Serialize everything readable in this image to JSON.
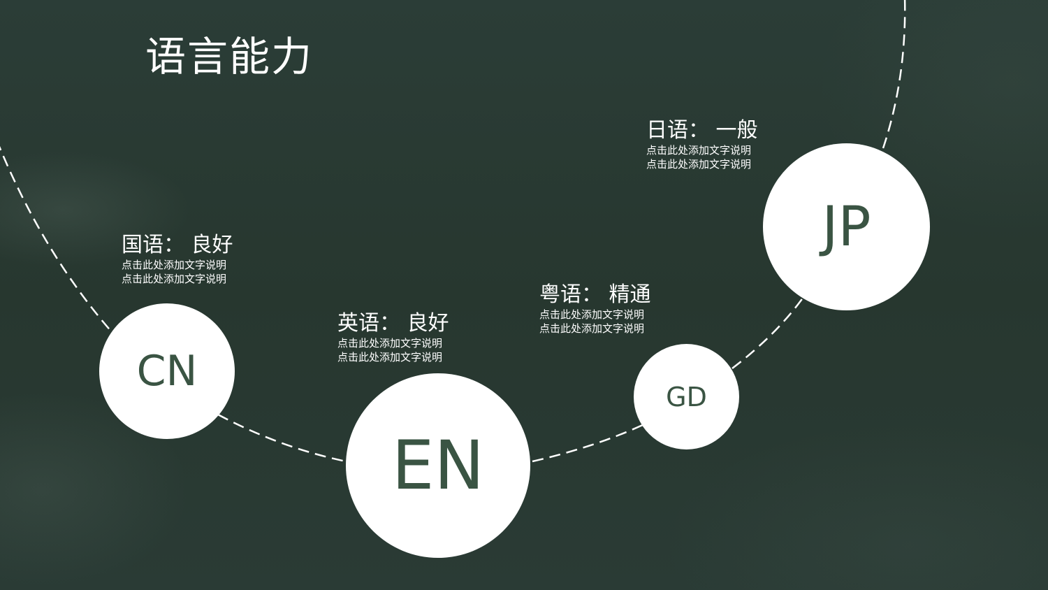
{
  "slide": {
    "title": "语言能力",
    "colors": {
      "background": "#283a34",
      "circle_fill": "#ffffff",
      "circle_text": "#3a5443",
      "text": "#ffffff",
      "arc_stroke": "#ffffff"
    }
  },
  "languages": [
    {
      "code": "CN",
      "heading": "国语： 良好",
      "desc_line1": "点击此处添加文字说明",
      "desc_line2": "点击此处添加文字说明"
    },
    {
      "code": "EN",
      "heading": "英语： 良好",
      "desc_line1": "点击此处添加文字说明",
      "desc_line2": "点击此处添加文字说明"
    },
    {
      "code": "GD",
      "heading": "粤语： 精通",
      "desc_line1": "点击此处添加文字说明",
      "desc_line2": "点击此处添加文字说明"
    },
    {
      "code": "JP",
      "heading": "日语： 一般",
      "desc_line1": "点击此处添加文字说明",
      "desc_line2": "点击此处添加文字说明"
    }
  ]
}
